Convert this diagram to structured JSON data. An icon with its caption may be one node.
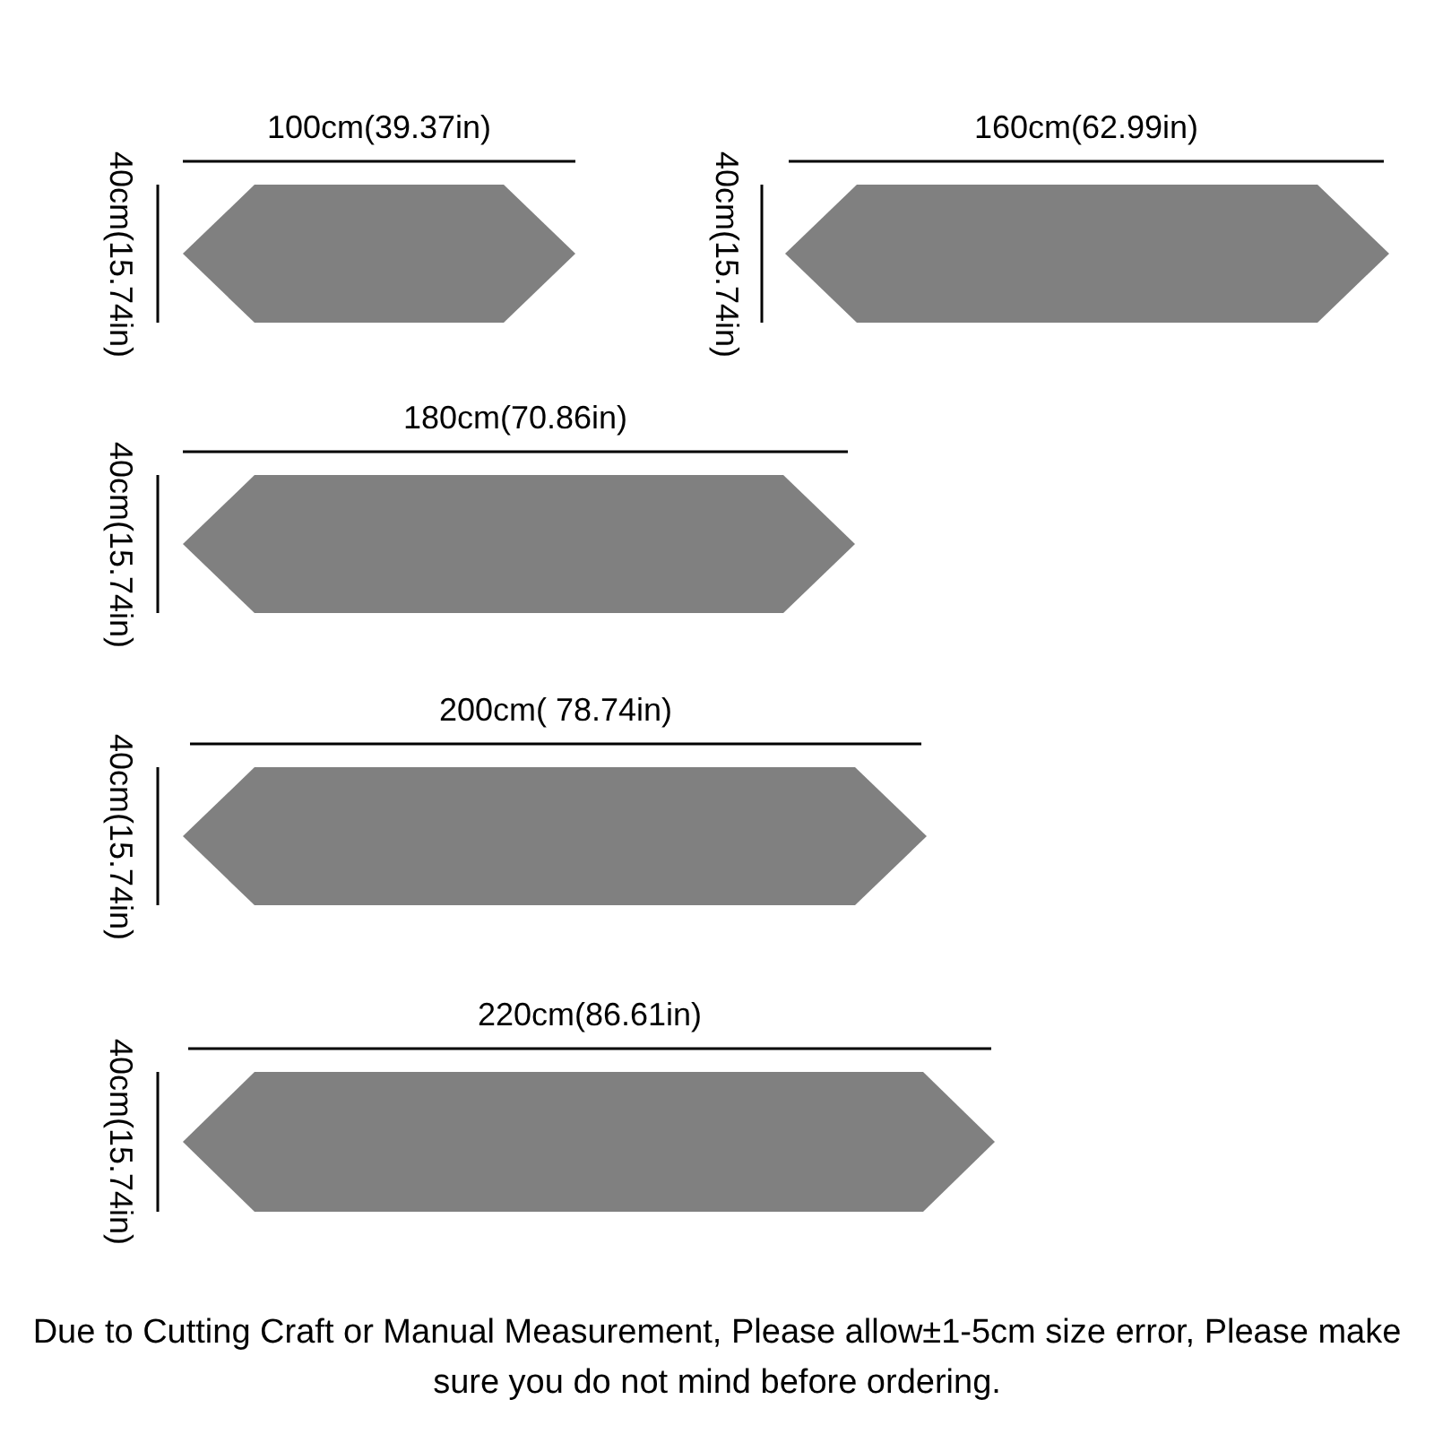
{
  "diagram": {
    "nodes": [
      {
        "text": [],
        "shape": "hexagon",
        "beside": [
          "100cm(39.37in)",
          "40cm(15.74in)"
        ]
      },
      {
        "text": [],
        "shape": "hexagon",
        "beside": [
          "160cm(62.99in)",
          "40cm(15.74in)"
        ]
      },
      {
        "text": [],
        "shape": "hexagon",
        "beside": [
          "180cm(70.86in)",
          "40cm(15.74in)"
        ]
      },
      {
        "text": [],
        "shape": "hexagon",
        "beside": [
          "200cm( 78.74in)",
          "40cm(15.74in)"
        ]
      },
      {
        "text": [],
        "shape": "hexagon",
        "beside": [
          "220cm(86.61in)",
          "40cm(15.74in)"
        ]
      }
    ],
    "caption": "Due to Cutting Craft or Manual Measurement, Please allow±1-5cm size error, Please make sure you do not mind before ordering."
  }
}
